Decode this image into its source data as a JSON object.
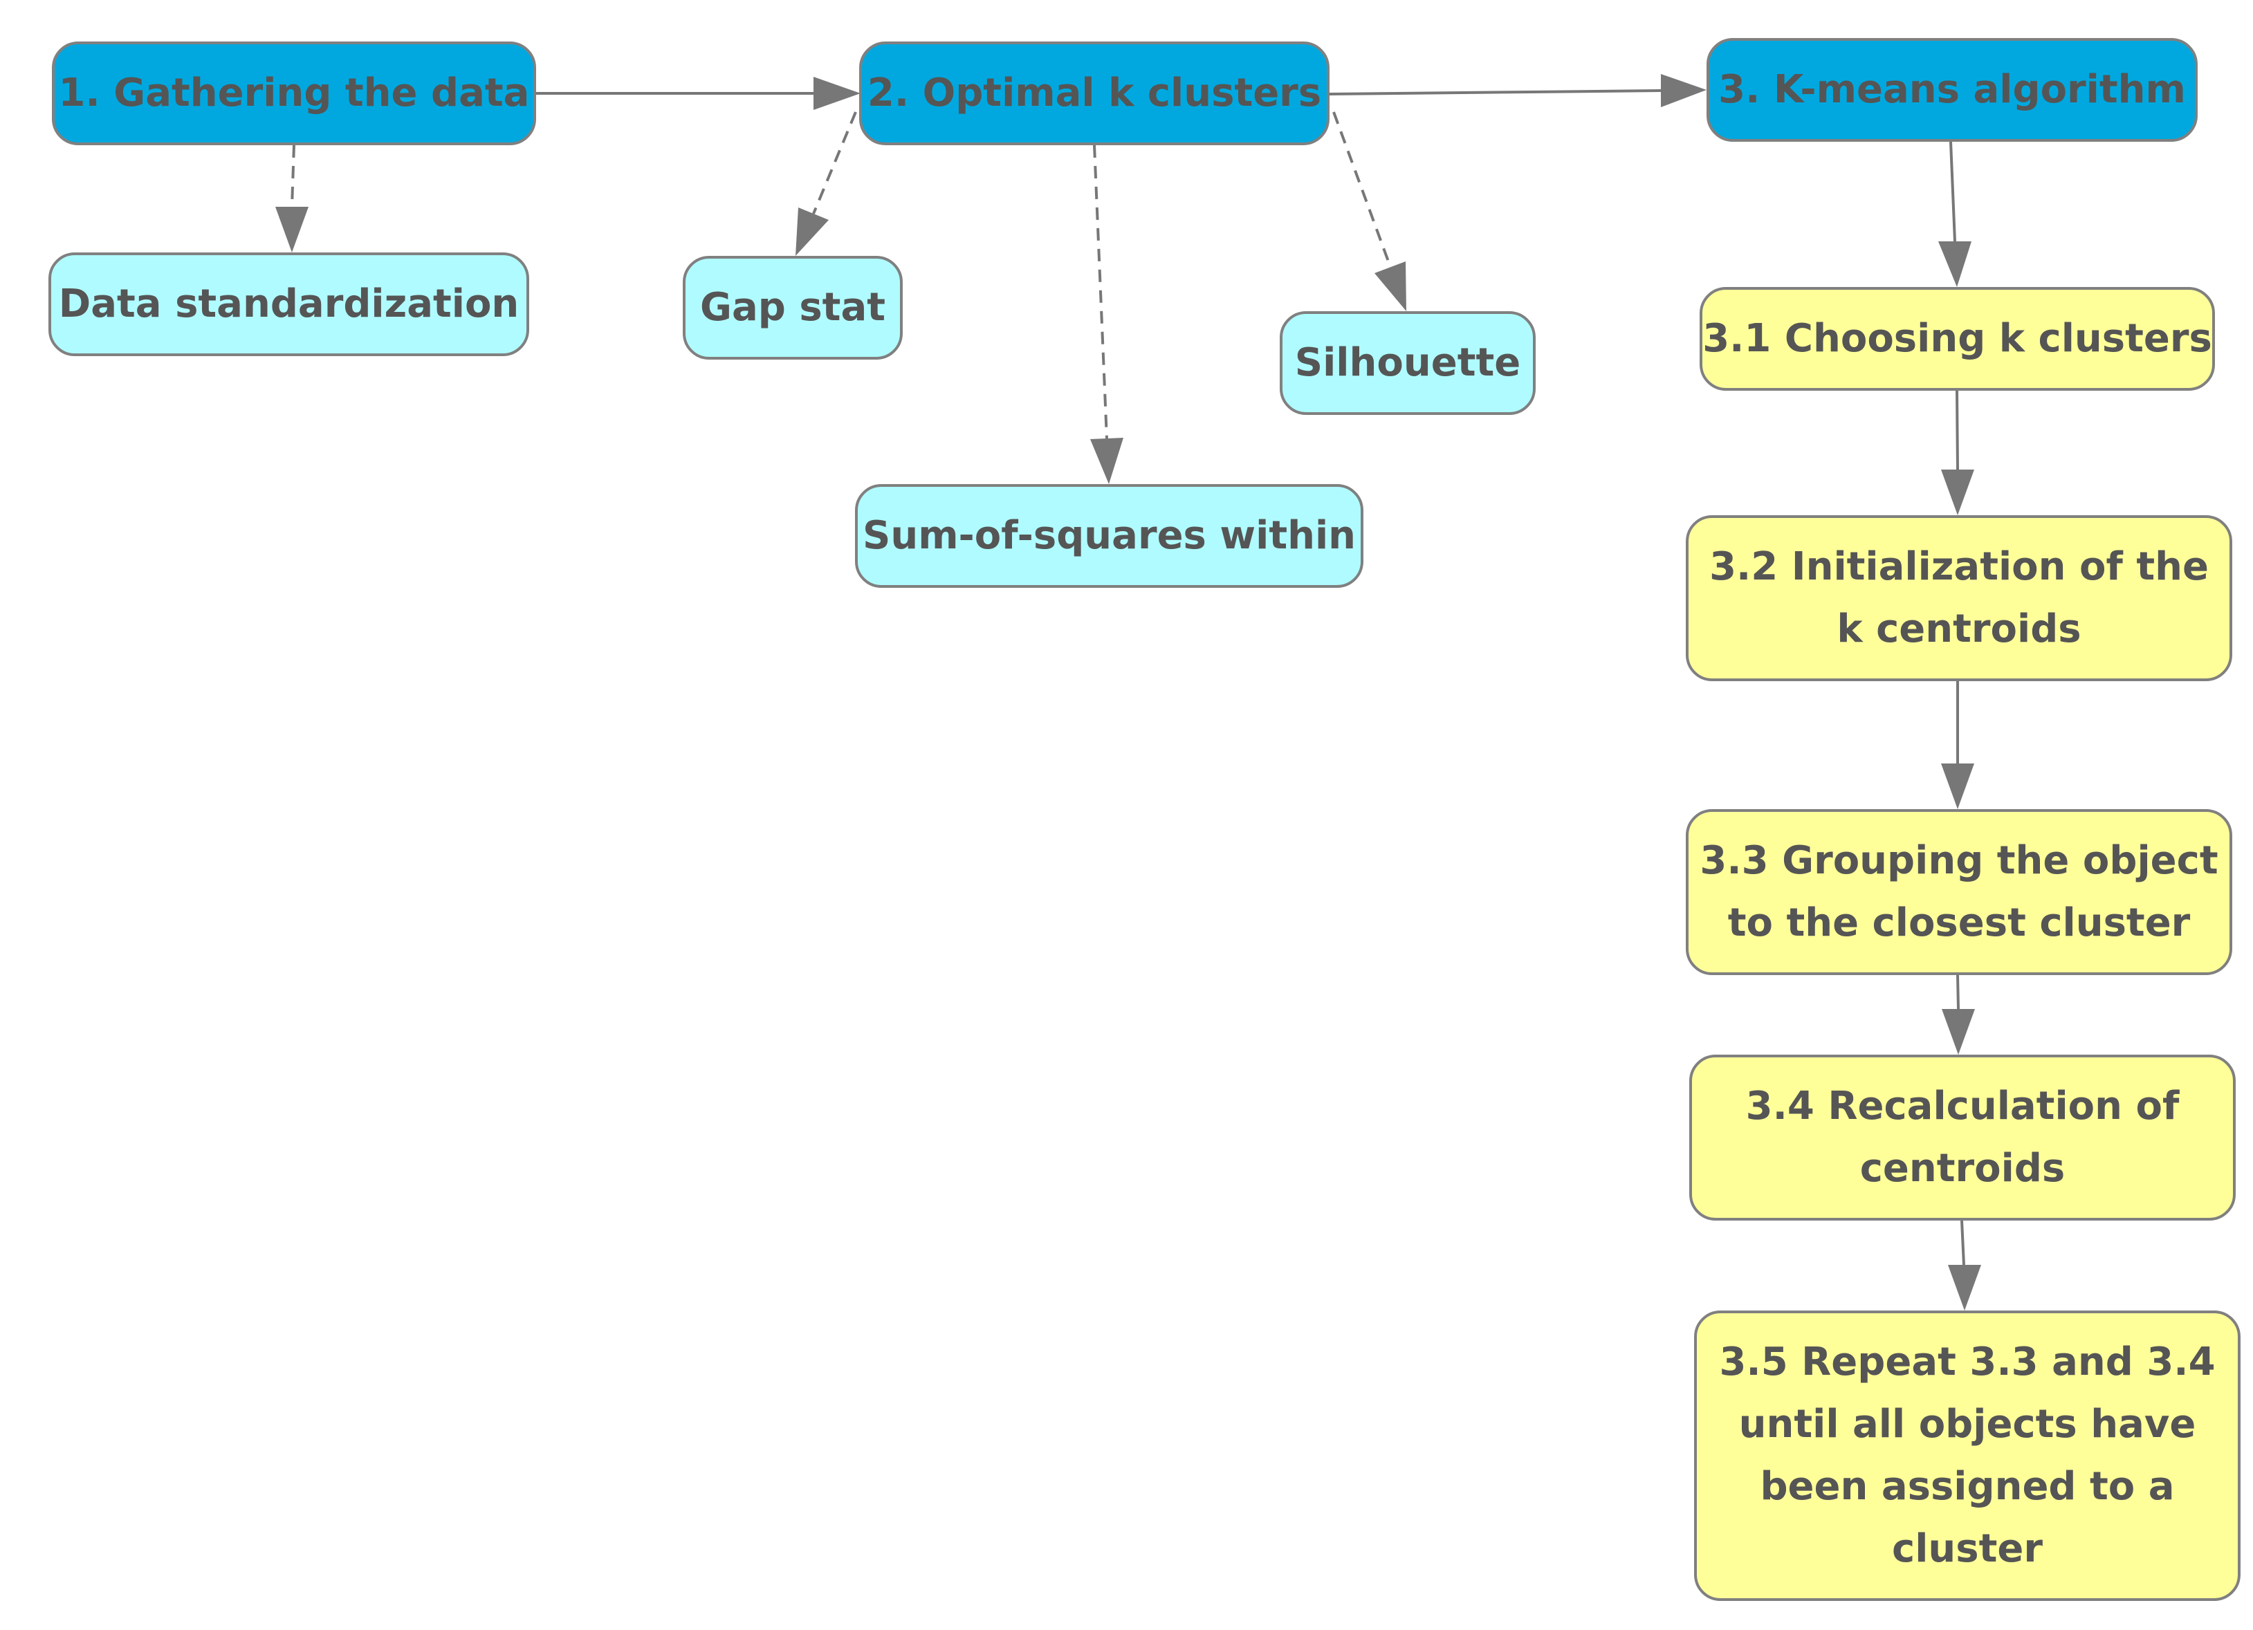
{
  "colors": {
    "main_fill": "#00a8df",
    "sub_fill": "#b0fbff",
    "step_fill": "#ffff9a",
    "border": "#808080",
    "text": "#555555",
    "edge": "#777777"
  },
  "nodes": {
    "gathering": {
      "lines": [
        "1. Gathering the data"
      ]
    },
    "optimal_k": {
      "lines": [
        "2. Optimal k clusters"
      ]
    },
    "kmeans": {
      "lines": [
        "3. K-means algorithm"
      ]
    },
    "standardization": {
      "lines": [
        "Data standardization"
      ]
    },
    "gap_stat": {
      "lines": [
        "Gap stat"
      ]
    },
    "sum_of_squares": {
      "lines": [
        "Sum-of-squares within"
      ]
    },
    "silhouette": {
      "lines": [
        "Silhouette"
      ]
    },
    "step_3_1": {
      "lines": [
        "3.1 Choosing k clusters"
      ]
    },
    "step_3_2": {
      "lines": [
        "3.2 Initialization of the",
        "k centroids"
      ]
    },
    "step_3_3": {
      "lines": [
        "3.3 Grouping the object",
        "to the closest cluster"
      ]
    },
    "step_3_4": {
      "lines": [
        "3.4 Recalculation of",
        "centroids"
      ]
    },
    "step_3_5": {
      "lines": [
        "3.5 Repeat 3.3 and 3.4",
        "until all objects have",
        "been assigned to a",
        "cluster"
      ]
    }
  },
  "edges": [
    {
      "from": "gathering",
      "to": "optimal_k",
      "style": "solid"
    },
    {
      "from": "optimal_k",
      "to": "kmeans",
      "style": "solid"
    },
    {
      "from": "gathering",
      "to": "standardization",
      "style": "dashed"
    },
    {
      "from": "optimal_k",
      "to": "gap_stat",
      "style": "dashed"
    },
    {
      "from": "optimal_k",
      "to": "sum_of_squares",
      "style": "dashed"
    },
    {
      "from": "optimal_k",
      "to": "silhouette",
      "style": "dashed"
    },
    {
      "from": "kmeans",
      "to": "step_3_1",
      "style": "solid"
    },
    {
      "from": "step_3_1",
      "to": "step_3_2",
      "style": "solid"
    },
    {
      "from": "step_3_2",
      "to": "step_3_3",
      "style": "solid"
    },
    {
      "from": "step_3_3",
      "to": "step_3_4",
      "style": "solid"
    },
    {
      "from": "step_3_4",
      "to": "step_3_5",
      "style": "solid"
    }
  ]
}
